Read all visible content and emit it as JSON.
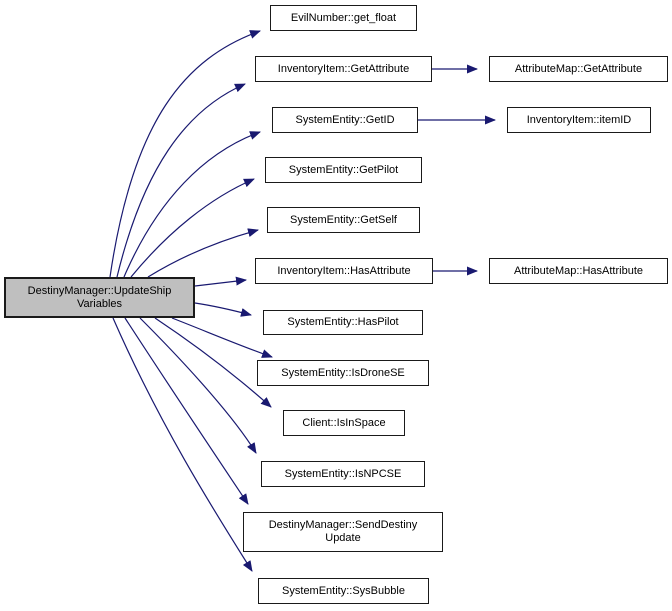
{
  "diagram": {
    "type": "call-graph",
    "colors": {
      "edge": "#191970",
      "node_border": "#1a1a1a",
      "node_fill": "#ffffff",
      "main_node_fill": "#bfbfbf",
      "text": "#000000"
    },
    "nodes": {
      "main": {
        "lines": [
          "DestinyManager::UpdateShip",
          "Variables"
        ]
      },
      "get_float": {
        "label": "EvilNumber::get_float"
      },
      "inv_getattribute": {
        "label": "InventoryItem::GetAttribute"
      },
      "map_getattribute": {
        "label": "AttributeMap::GetAttribute"
      },
      "getid": {
        "label": "SystemEntity::GetID"
      },
      "itemid": {
        "label": "InventoryItem::itemID"
      },
      "getpilot": {
        "label": "SystemEntity::GetPilot"
      },
      "getself": {
        "label": "SystemEntity::GetSelf"
      },
      "inv_hasattribute": {
        "label": "InventoryItem::HasAttribute"
      },
      "map_hasattribute": {
        "label": "AttributeMap::HasAttribute"
      },
      "haspilot": {
        "label": "SystemEntity::HasPilot"
      },
      "isdronese": {
        "label": "SystemEntity::IsDroneSE"
      },
      "isinspace": {
        "label": "Client::IsInSpace"
      },
      "isnpcse": {
        "label": "SystemEntity::IsNPCSE"
      },
      "senddestiny": {
        "lines": [
          "DestinyManager::SendDestiny",
          "Update"
        ]
      },
      "sysbubble": {
        "label": "SystemEntity::SysBubble"
      }
    },
    "edges": [
      {
        "from": "main",
        "to": "get_float"
      },
      {
        "from": "main",
        "to": "inv_getattribute"
      },
      {
        "from": "main",
        "to": "getid"
      },
      {
        "from": "main",
        "to": "getpilot"
      },
      {
        "from": "main",
        "to": "getself"
      },
      {
        "from": "main",
        "to": "inv_hasattribute"
      },
      {
        "from": "main",
        "to": "haspilot"
      },
      {
        "from": "main",
        "to": "isdronese"
      },
      {
        "from": "main",
        "to": "isinspace"
      },
      {
        "from": "main",
        "to": "isnpcse"
      },
      {
        "from": "main",
        "to": "senddestiny"
      },
      {
        "from": "main",
        "to": "sysbubble"
      },
      {
        "from": "inv_getattribute",
        "to": "map_getattribute"
      },
      {
        "from": "getid",
        "to": "itemid"
      },
      {
        "from": "inv_hasattribute",
        "to": "map_hasattribute"
      }
    ]
  }
}
